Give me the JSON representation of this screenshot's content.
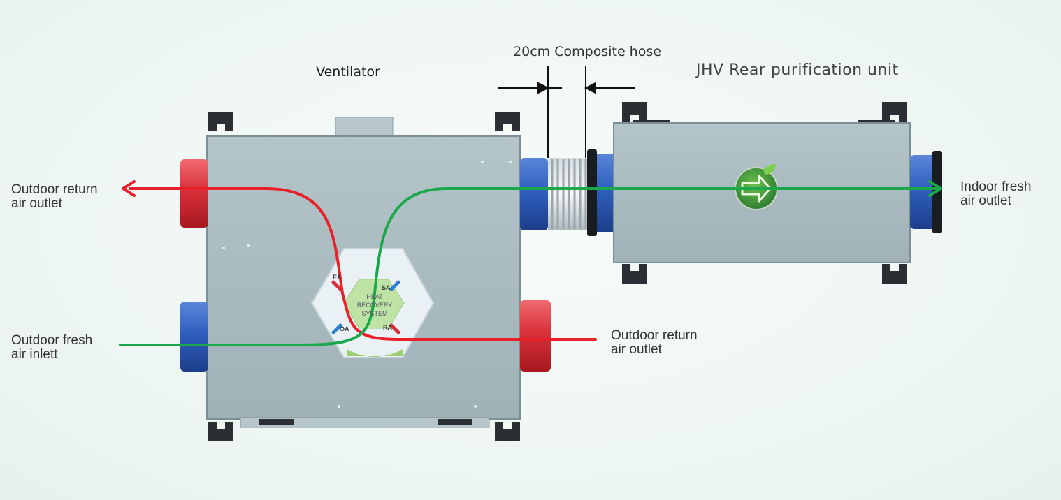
{
  "title_ventilator": "Ventilator",
  "title_purifier": "JHV Rear purification unit",
  "hose_label": "20cm Composite hose",
  "heat_exchanger": {
    "line1": "HEAT",
    "line2": "RECOVERY",
    "line3": "SYSTEM",
    "ports": [
      "EA",
      "SA",
      "OA",
      "RA"
    ]
  },
  "labels": {
    "left_top": {
      "line1": "Outdoor return",
      "line2": "air outlet"
    },
    "left_bottom": {
      "line1": "Outdoor fresh",
      "line2": "air inlett"
    },
    "right_top": {
      "line1": "Indoor fresh",
      "line2": "air outlet"
    },
    "mid_bottom": {
      "line1": "Outdoor return",
      "line2": "air outlet"
    }
  },
  "colors": {
    "return_air": "#e8202a",
    "fresh_air": "#1aa84a",
    "duct_red": "#d9313a",
    "duct_blue": "#2f5fbf",
    "housing": "#a9bcc1"
  }
}
